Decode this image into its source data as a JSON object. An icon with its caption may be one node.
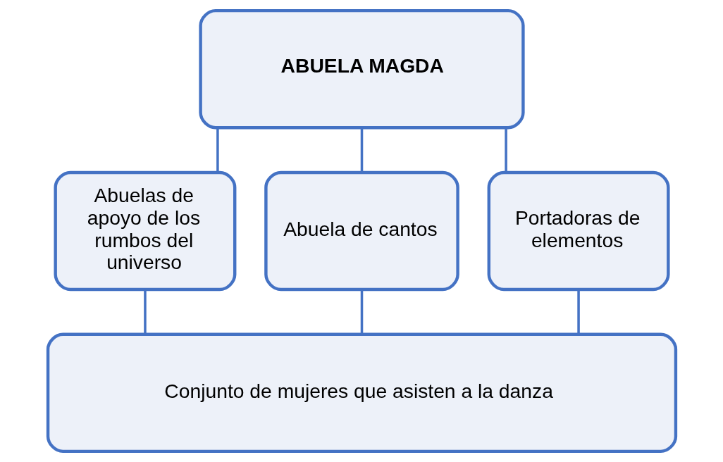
{
  "diagram": {
    "nodes": [
      {
        "text": [
          "ABUELA MAGDA"
        ]
      },
      {
        "text": [
          "Abuelas de apoyo de los rumbos del universo"
        ]
      },
      {
        "text": [
          "Abuela de cantos"
        ]
      },
      {
        "text": [
          "Portadoras de elementos"
        ]
      },
      {
        "text": [
          "Conjunto de mujeres que asisten a la danza"
        ]
      }
    ],
    "edges": [
      {
        "from": 0,
        "to": 1,
        "arrow": "none"
      },
      {
        "from": 0,
        "to": 2,
        "arrow": "none"
      },
      {
        "from": 0,
        "to": 3,
        "arrow": "none"
      },
      {
        "from": 1,
        "to": 4,
        "arrow": "none"
      },
      {
        "from": 2,
        "to": 4,
        "arrow": "none"
      },
      {
        "from": 3,
        "to": 4,
        "arrow": "none"
      }
    ]
  }
}
